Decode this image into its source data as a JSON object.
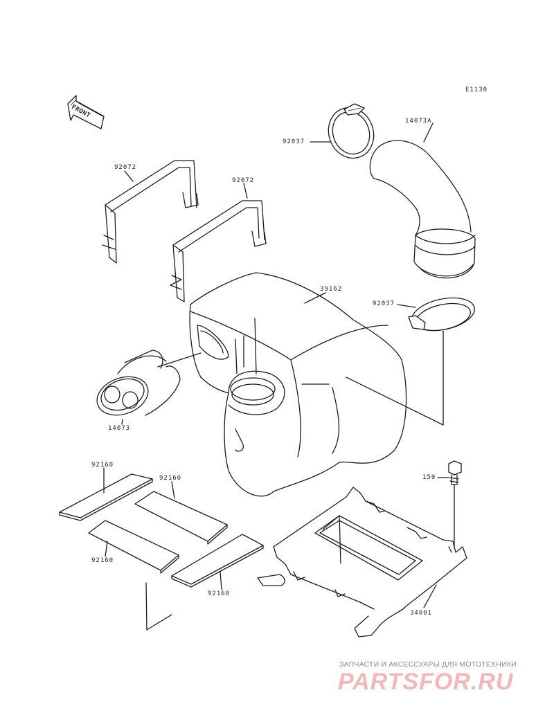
{
  "diagram": {
    "code": "E1130",
    "front_label": "FRONT",
    "callouts": {
      "clamp_top": "92037",
      "hose_top": "14073A",
      "strap_left": "92072",
      "strap_right": "92072",
      "tank": "39162",
      "clamp_mid": "92037",
      "duct": "14073",
      "bolt": "150",
      "pad_1": "92160",
      "pad_2": "92160",
      "pad_3": "92160",
      "pad_4": "92160",
      "bracket": "34001"
    }
  },
  "watermark": {
    "line": "ЗАПЧАСТИ И АКСЕССУАРЫ ДЛЯ МОТОТЕХНИКИ",
    "logo": "PARTSFOR.RU"
  }
}
